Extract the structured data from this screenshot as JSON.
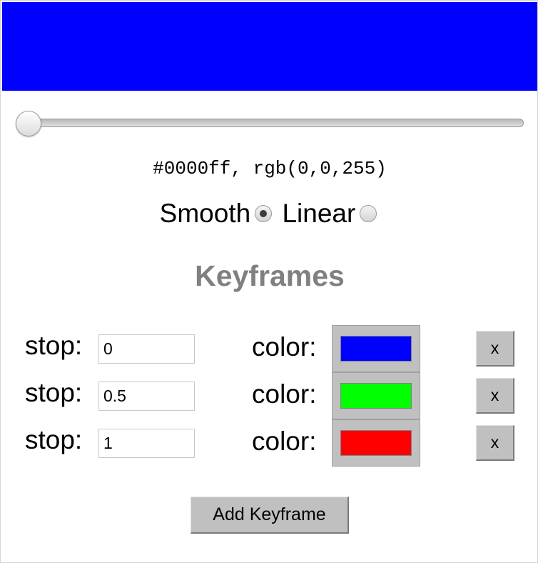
{
  "preview": {
    "color": "#0000ff"
  },
  "slider": {
    "value": 0
  },
  "readout": "#0000ff, rgb(0,0,255)",
  "interpolation": {
    "smooth_label": "Smooth",
    "linear_label": "Linear",
    "selected": "Smooth"
  },
  "keyframes_title": "Keyframes",
  "keyframes": [
    {
      "stop_label": "stop:",
      "stop_value": "0",
      "color_label": "color:",
      "color": "#0000ff",
      "delete_label": "x"
    },
    {
      "stop_label": "stop:",
      "stop_value": "0.5",
      "color_label": "color:",
      "color": "#00ff00",
      "delete_label": "x"
    },
    {
      "stop_label": "stop:",
      "stop_value": "1",
      "color_label": "color:",
      "color": "#ff0000",
      "delete_label": "x"
    }
  ],
  "add_button_label": "Add Keyframe"
}
